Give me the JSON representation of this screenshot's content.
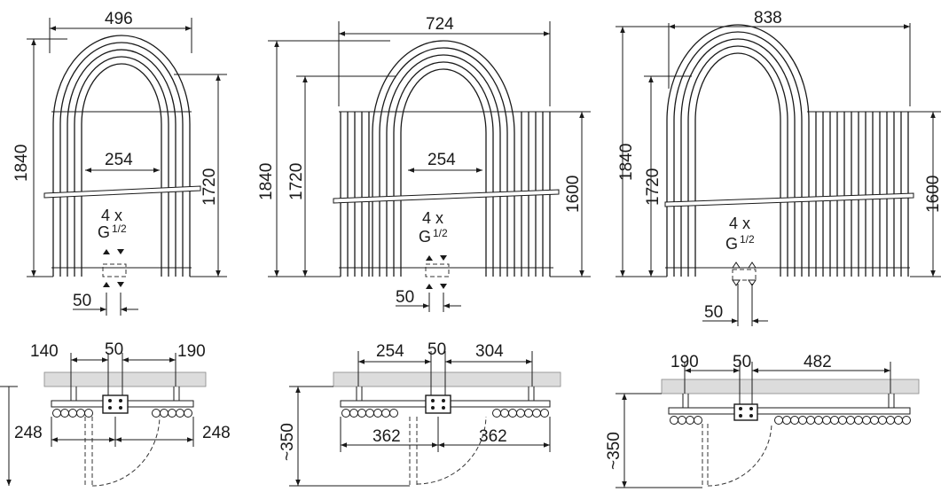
{
  "variant_small": {
    "width": "496",
    "height_total": "1840",
    "height_side": "1720",
    "inner_gap": "254",
    "connection_count": "4 x",
    "connection_thread": "G",
    "connection_fraction": "1/2",
    "connection_spacing": "50",
    "plan": {
      "left_offset": "140",
      "center_spacing": "50",
      "right_offset": "190",
      "left_half": "248",
      "right_half": "248"
    }
  },
  "variant_medium": {
    "width": "724",
    "height_total": "1840",
    "height_side": "1720",
    "height_columns": "1600",
    "inner_gap": "254",
    "connection_count": "4 x",
    "connection_thread": "G",
    "connection_fraction": "1/2",
    "connection_spacing": "50",
    "plan": {
      "left_offset": "254",
      "center_spacing": "50",
      "right_offset": "304",
      "left_half": "362",
      "right_half": "362",
      "depth": "~350"
    }
  },
  "variant_large": {
    "width": "838",
    "height_total": "1840",
    "height_side": "1720",
    "height_columns": "1600",
    "connection_count": "4 x",
    "connection_thread": "G",
    "connection_fraction": "1/2",
    "connection_spacing": "50",
    "plan": {
      "left_offset": "190",
      "center_spacing": "50",
      "right_offset": "482",
      "depth": "~350"
    }
  }
}
